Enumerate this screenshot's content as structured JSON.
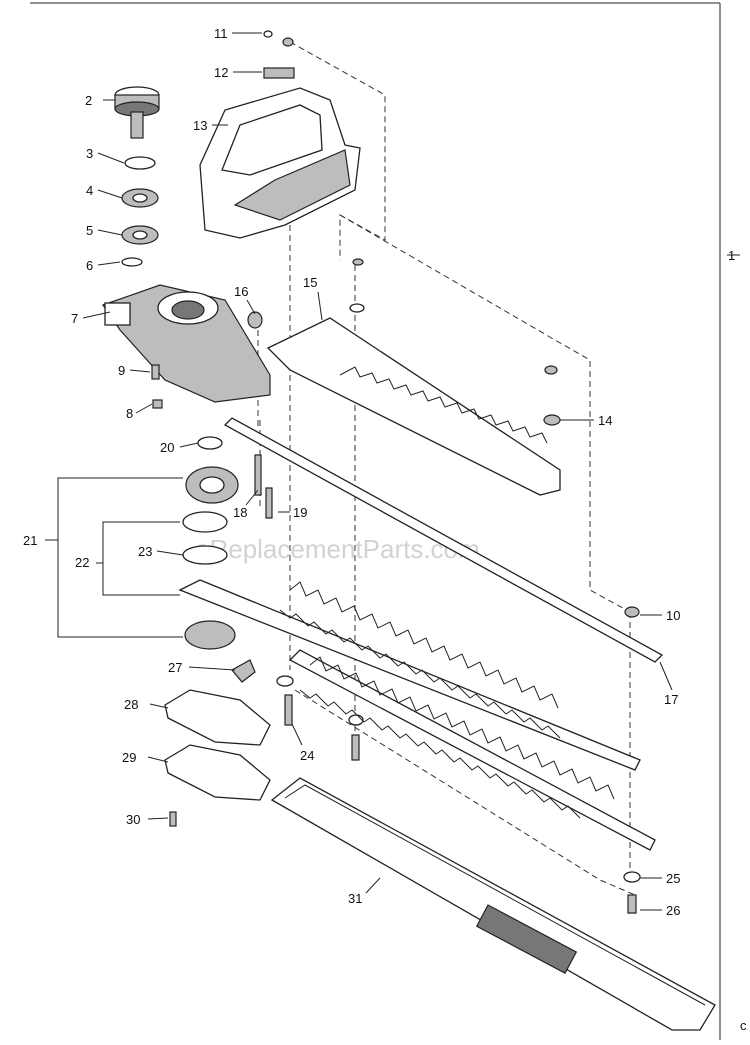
{
  "watermark": "eReplacementParts.com",
  "assembly_label": "1",
  "corner_mark": "c",
  "parts": [
    "2",
    "3",
    "4",
    "5",
    "6",
    "7",
    "8",
    "9",
    "10",
    "11",
    "12",
    "13",
    "14",
    "15",
    "16",
    "17",
    "18",
    "19",
    "20",
    "21",
    "22",
    "23",
    "24",
    "25",
    "26",
    "27",
    "28",
    "29",
    "30",
    "31"
  ]
}
